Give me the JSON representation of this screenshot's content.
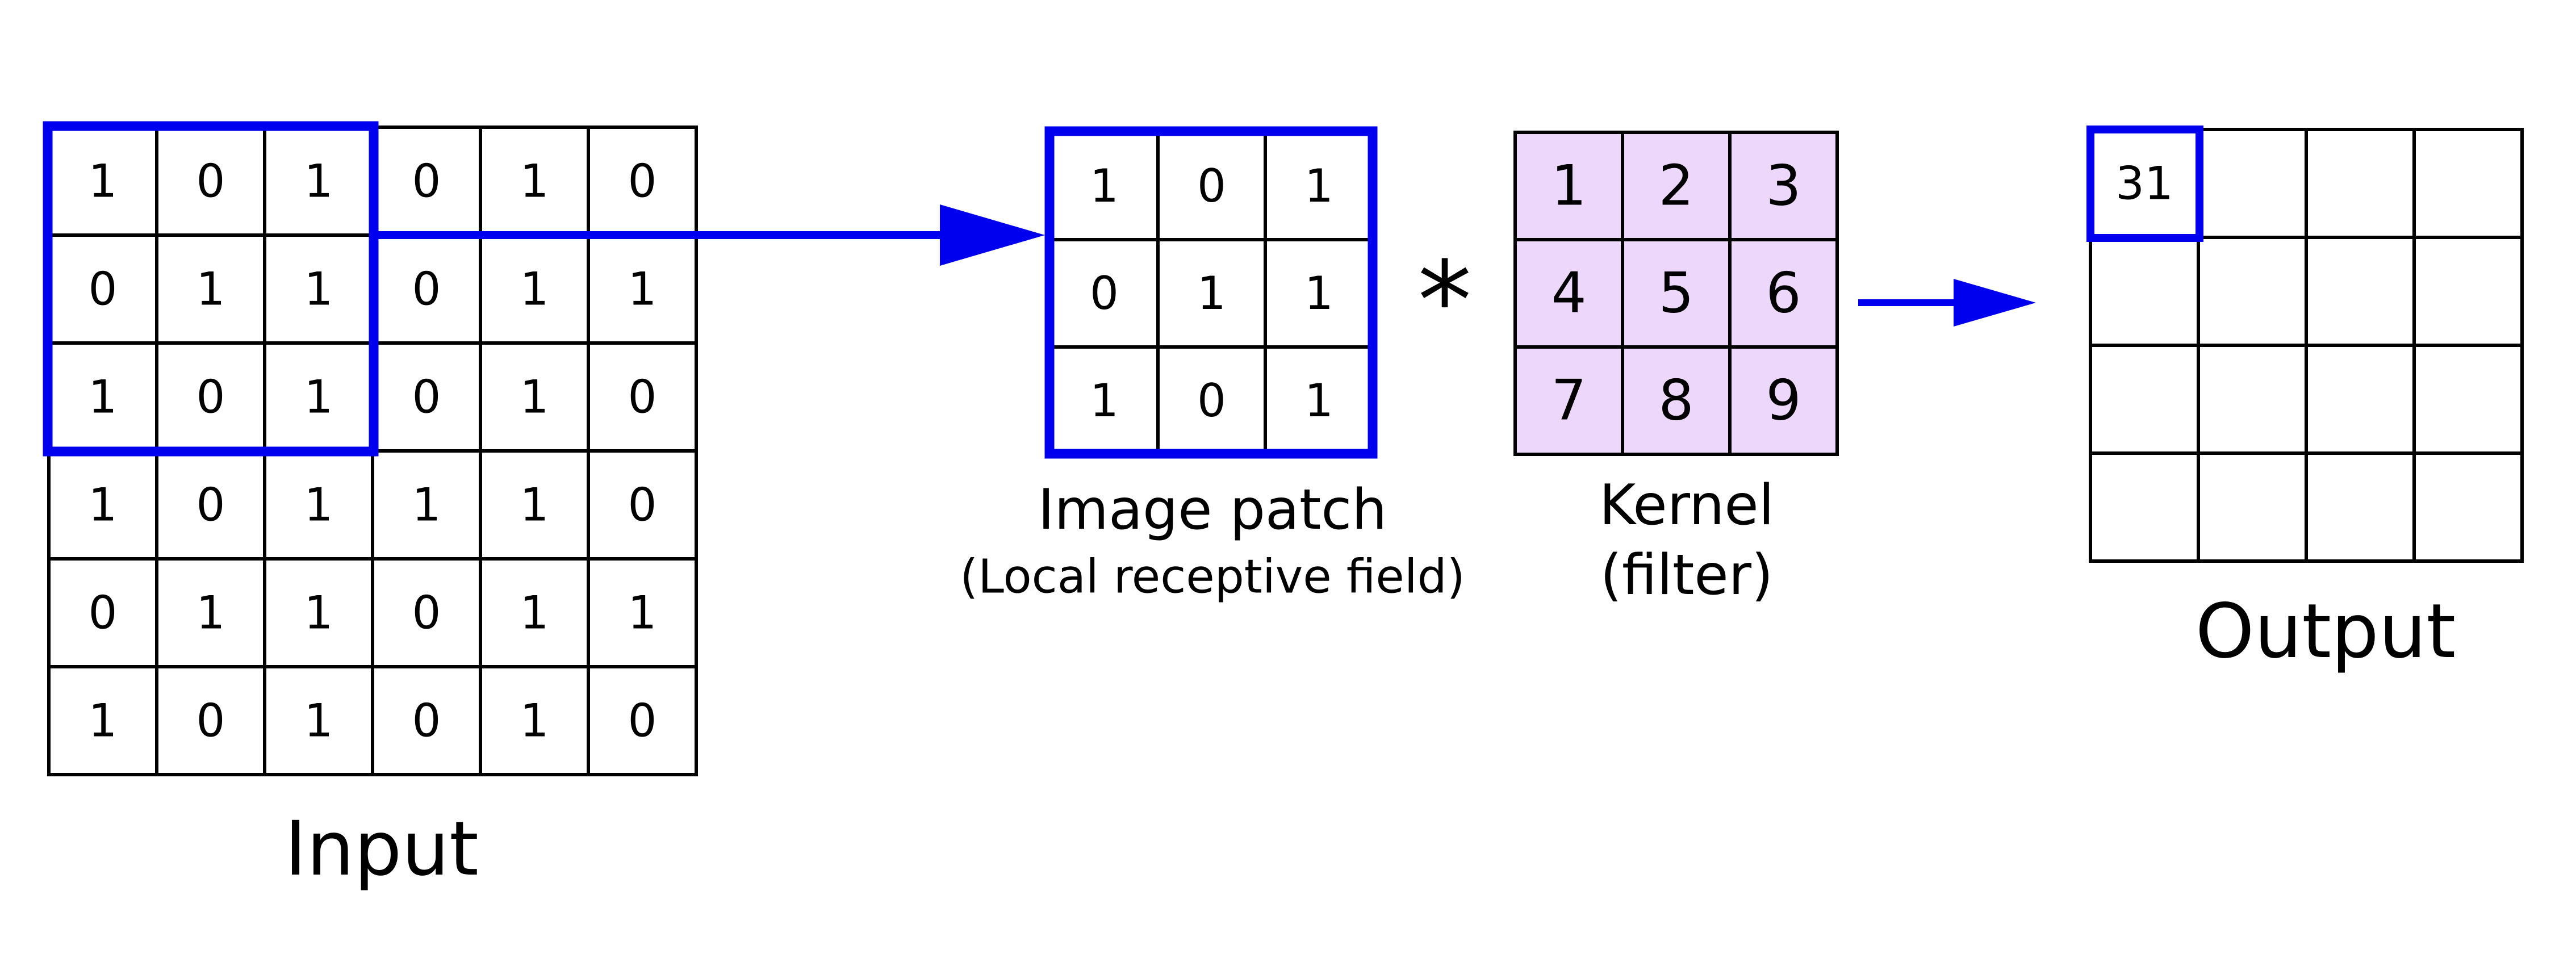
{
  "colors": {
    "highlight": "#0000EE",
    "kernel_fill": "#EDD8FB",
    "grid": "#000000",
    "background": "#FFFFFF"
  },
  "input": {
    "label": "Input",
    "rows": [
      [
        "1",
        "0",
        "1",
        "0",
        "1",
        "0"
      ],
      [
        "0",
        "1",
        "1",
        "0",
        "1",
        "1"
      ],
      [
        "1",
        "0",
        "1",
        "0",
        "1",
        "0"
      ],
      [
        "1",
        "0",
        "1",
        "1",
        "1",
        "0"
      ],
      [
        "0",
        "1",
        "1",
        "0",
        "1",
        "1"
      ],
      [
        "1",
        "0",
        "1",
        "0",
        "1",
        "0"
      ]
    ]
  },
  "patch": {
    "label": "Image patch",
    "sublabel": "(Local receptive field)",
    "rows": [
      [
        "1",
        "0",
        "1"
      ],
      [
        "0",
        "1",
        "1"
      ],
      [
        "1",
        "0",
        "1"
      ]
    ]
  },
  "operator": "*",
  "kernel": {
    "label": "Kernel",
    "sublabel": "(filter)",
    "rows": [
      [
        "1",
        "2",
        "3"
      ],
      [
        "4",
        "5",
        "6"
      ],
      [
        "7",
        "8",
        "9"
      ]
    ]
  },
  "output": {
    "label": "Output",
    "rows": [
      [
        "31",
        "",
        "",
        ""
      ],
      [
        "",
        "",
        "",
        ""
      ],
      [
        "",
        "",
        "",
        ""
      ],
      [
        "",
        "",
        "",
        ""
      ]
    ]
  }
}
